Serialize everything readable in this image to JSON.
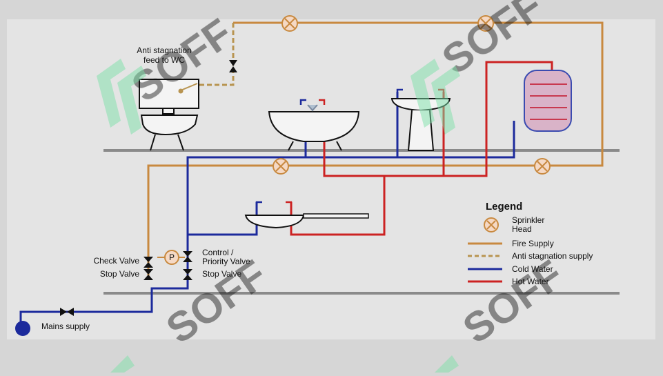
{
  "labels": {
    "anti_stagnation_line1": "Anti stagnation",
    "anti_stagnation_line2": "feed to WC",
    "check_valve": "Check Valve",
    "stop_valve_left": "Stop Valve",
    "control_priority_line1": "Control /",
    "control_priority_line2": "Priority Valve",
    "stop_valve_right": "Stop Valve",
    "pump_symbol": "P",
    "mains_supply": "Mains supply"
  },
  "legend": {
    "title": "Legend",
    "sprinkler_line1": "Sprinkler",
    "sprinkler_line2": "Head",
    "fire_supply": "Fire Supply",
    "anti_stagnation_supply": "Anti stagnation supply",
    "cold_water": "Cold Water",
    "hot_water": "Hot Water"
  },
  "watermark": "SOFF",
  "colors": {
    "fire_supply": "#c8893f",
    "cold_water": "#1c2a9c",
    "hot_water": "#cc2222",
    "anti_stagnation": "#b89450",
    "sprinkler_fill": "#f5d9c5"
  }
}
